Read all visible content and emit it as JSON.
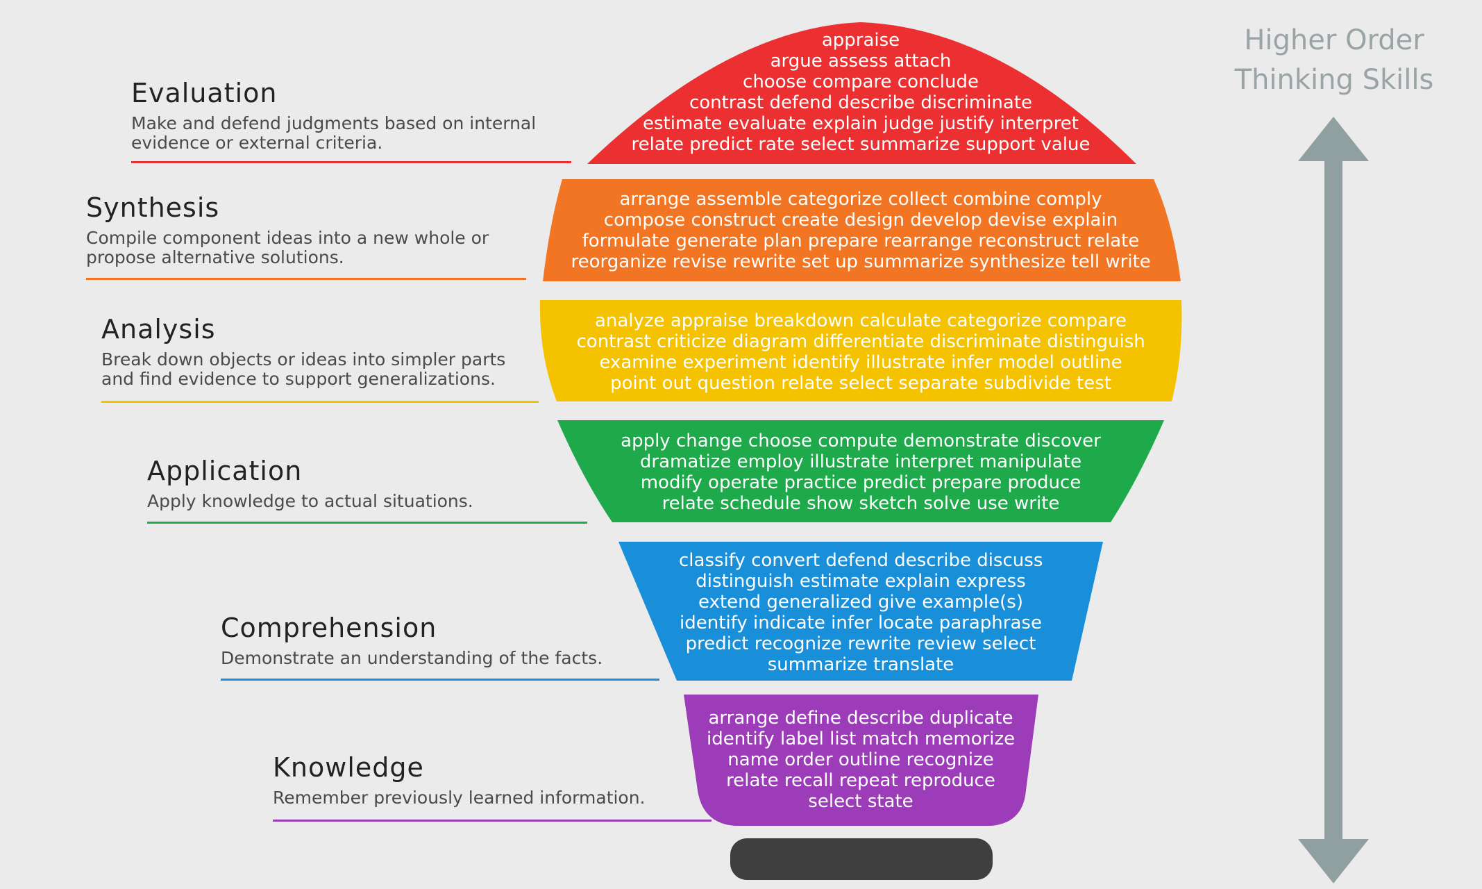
{
  "side_label": "Higher Order\nThinking Skills",
  "colors": {
    "evaluation": "#ec2f30",
    "synthesis": "#f27524",
    "analysis": "#f5c200",
    "application": "#1ea94b",
    "comprehension": "#1a8fd9",
    "knowledge": "#9d3cb8",
    "base": "#3f3f3f",
    "arrow": "#90a0a0"
  },
  "levels": [
    {
      "id": "evaluation",
      "title": "Evaluation",
      "description": "Make and defend judgments based on internal\nevidence or external criteria.",
      "verbs": [
        "appraise",
        "argue  assess  attach",
        "choose  compare  conclude",
        "contrast  defend  describe  discriminate",
        "estimate  evaluate  explain  judge  justify  interpret",
        "relate  predict  rate  select  summarize  support  value"
      ]
    },
    {
      "id": "synthesis",
      "title": "Synthesis",
      "description": "Compile component ideas into a new whole or\npropose alternative solutions.",
      "verbs": [
        "arrange  assemble  categorize  collect  combine  comply",
        "compose  construct  create  design  develop  devise  explain",
        "formulate  generate  plan  prepare  rearrange  reconstruct  relate",
        "reorganize  revise  rewrite  set up  summarize  synthesize  tell  write"
      ]
    },
    {
      "id": "analysis",
      "title": "Analysis",
      "description": "Break down objects or ideas into simpler parts\nand find evidence to support generalizations.",
      "verbs": [
        "analyze  appraise  breakdown  calculate  categorize  compare",
        "contrast  criticize  diagram  differentiate  discriminate  distinguish",
        "examine  experiment  identify  illustrate  infer  model  outline",
        "point out  question  relate  select  separate  subdivide  test"
      ]
    },
    {
      "id": "application",
      "title": "Application",
      "description": "Apply knowledge to actual situations.",
      "verbs": [
        "apply  change  choose  compute  demonstrate  discover",
        "dramatize  employ  illustrate  interpret  manipulate",
        "modify  operate  practice  predict  prepare  produce",
        "relate  schedule  show  sketch  solve  use  write"
      ]
    },
    {
      "id": "comprehension",
      "title": "Comprehension",
      "description": "Demonstrate an understanding of the facts.",
      "verbs": [
        "classify  convert  defend  describe  discuss",
        "distinguish  estimate  explain  express",
        "extend  generalized  give example(s)",
        "identify  indicate  infer  locate  paraphrase",
        "predict  recognize  rewrite  review  select",
        "summarize  translate"
      ]
    },
    {
      "id": "knowledge",
      "title": "Knowledge",
      "description": "Remember previously learned information.",
      "verbs": [
        "arrange  define  describe  duplicate",
        "identify  label  list  match  memorize",
        "name  order  outline  recognize",
        "relate  recall  repeat  reproduce",
        "select  state"
      ]
    }
  ]
}
